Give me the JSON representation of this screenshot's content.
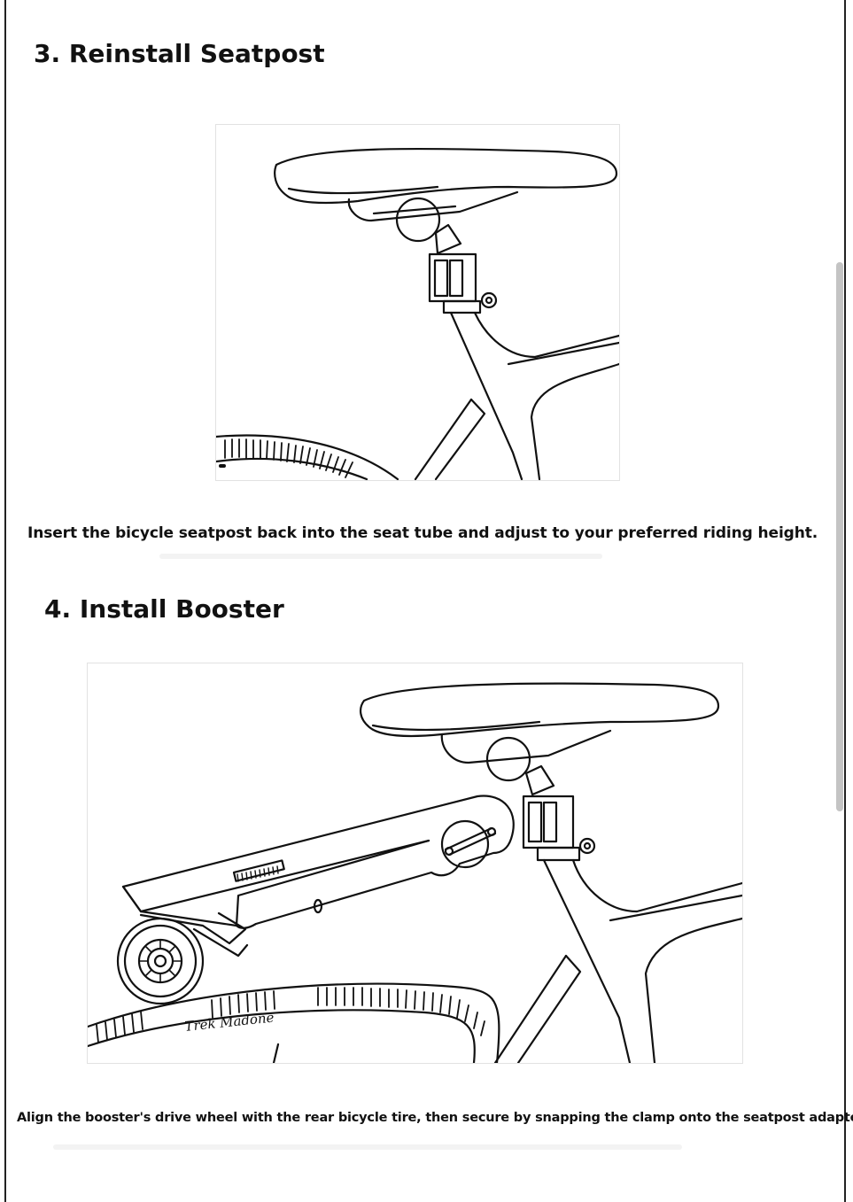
{
  "sections": [
    {
      "heading": "3. Reinstall Seatpost",
      "caption": "Insert the bicycle seatpost back into the seat tube and adjust to your preferred riding height."
    },
    {
      "heading": "4. Install Booster",
      "caption": "Align the booster's drive wheel with the rear bicycle tire, then secure by snapping the clamp onto the seatpost adapter.",
      "tire_brand": "Trek Madone"
    }
  ]
}
